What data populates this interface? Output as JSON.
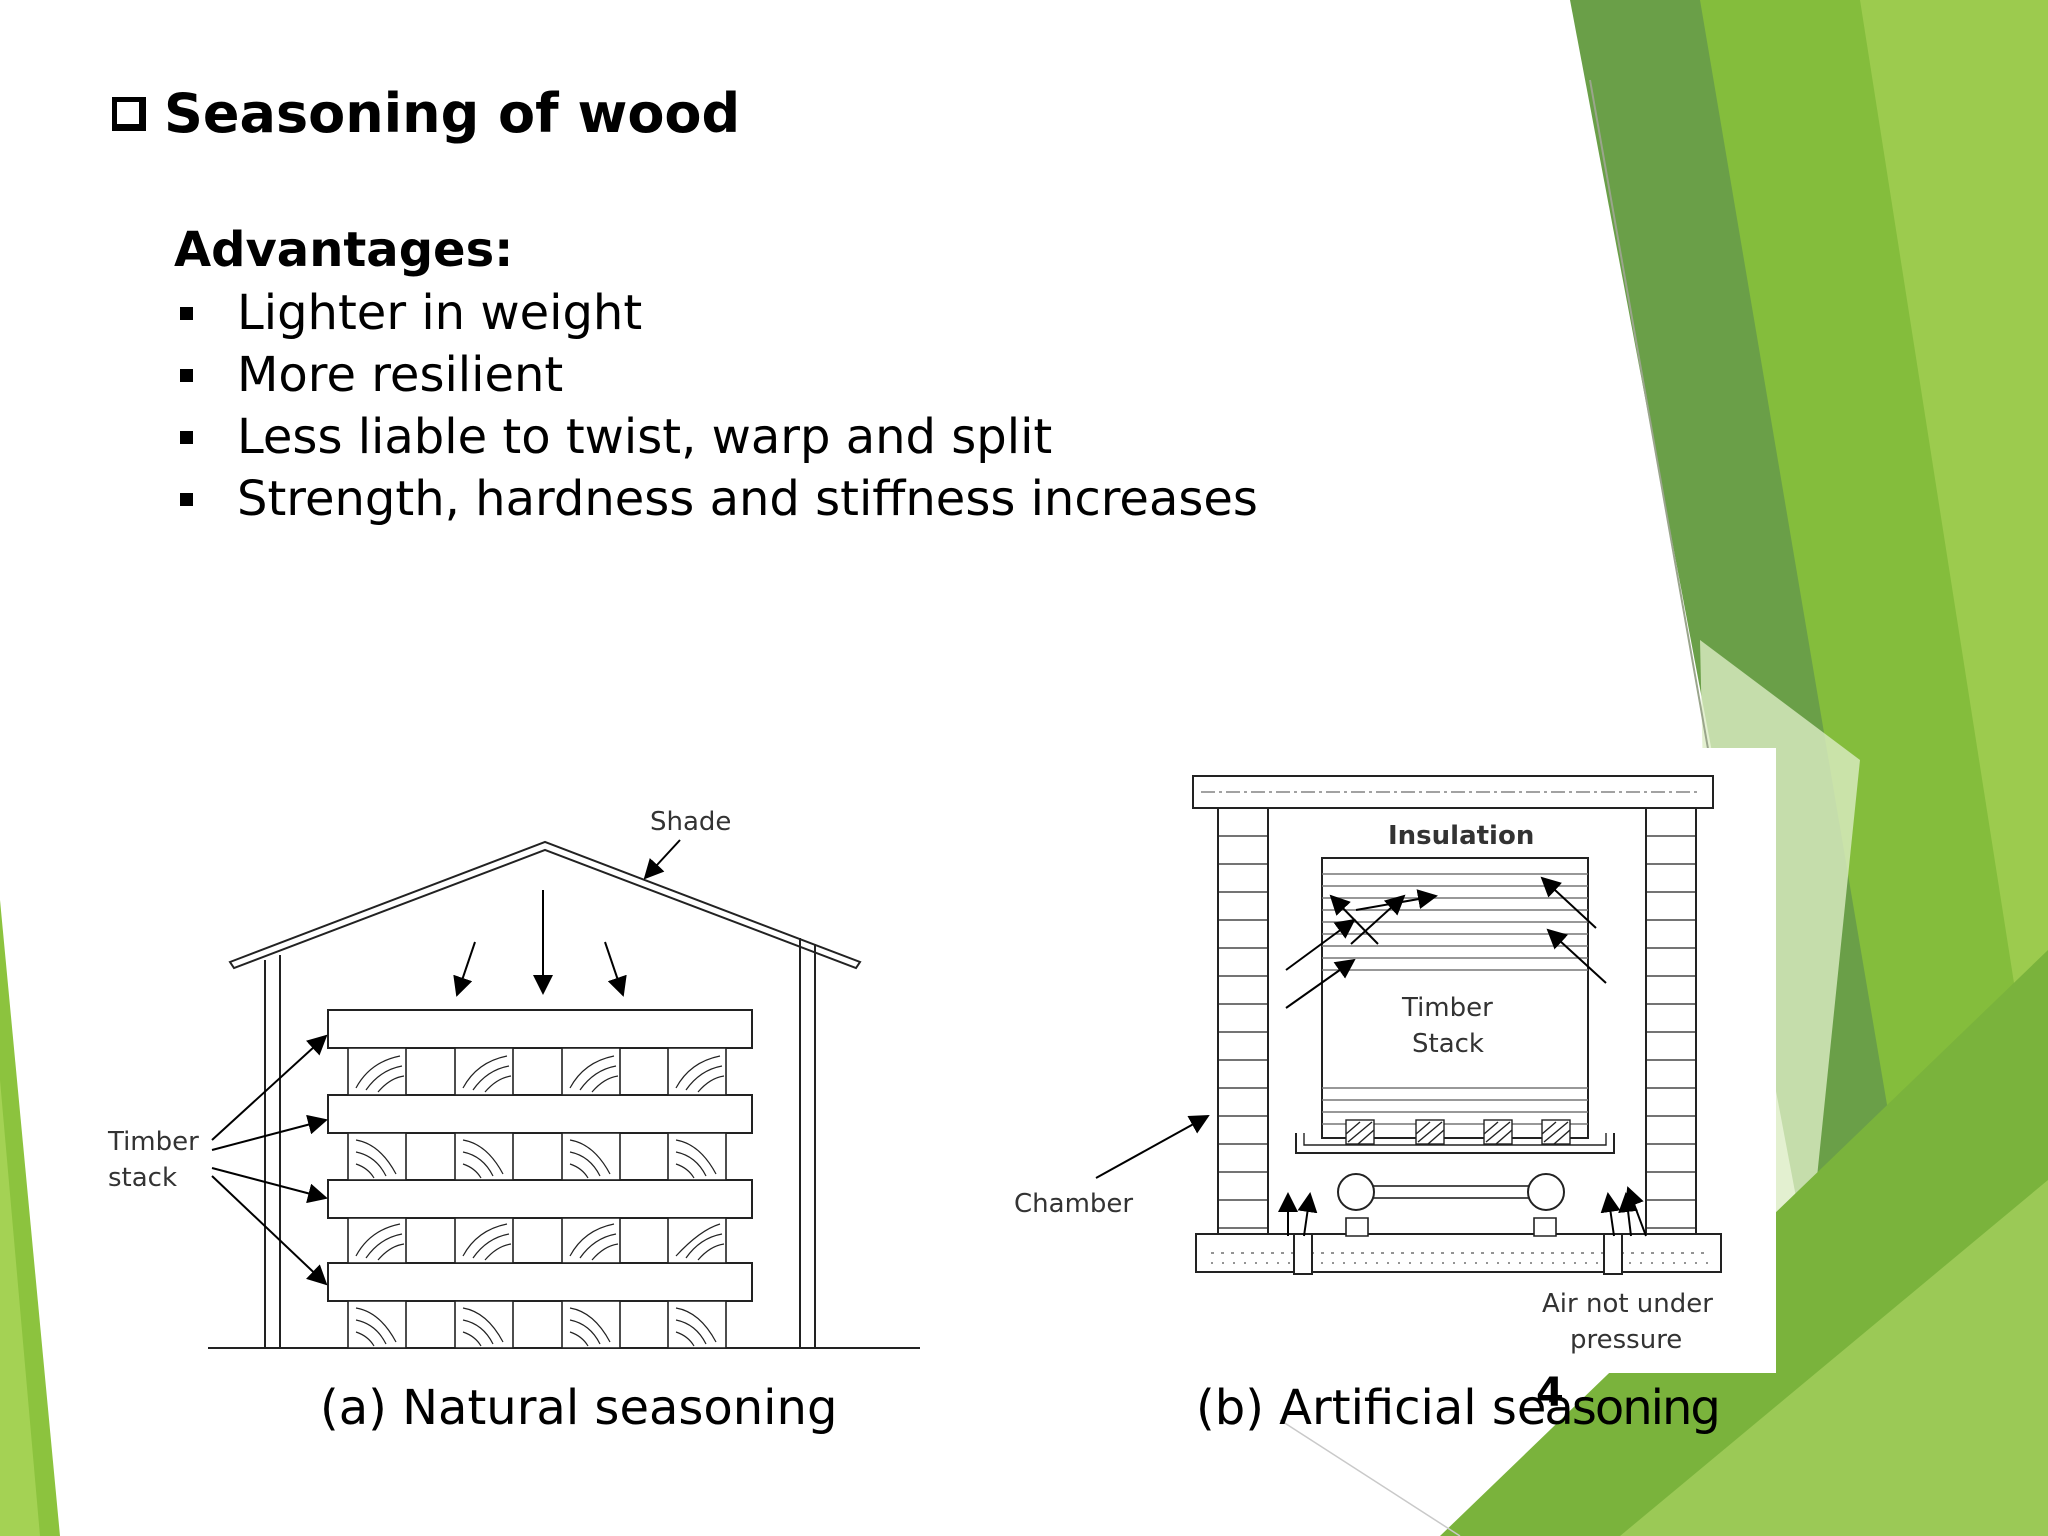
{
  "slide": {
    "title": "Seasoning of wood",
    "advantages_heading": "Advantages:",
    "advantages": [
      "Lighter in weight",
      "More resilient",
      "Less liable to twist, warp and split",
      "Strength, hardness and stiffness increases"
    ],
    "page_number": "4"
  },
  "figure_a": {
    "labels": {
      "shade": "Shade",
      "timber": "Timber",
      "stack": "stack"
    },
    "caption": "(a) Natural seasoning"
  },
  "figure_b": {
    "labels": {
      "insulation": "Insulation",
      "timber": "Timber",
      "stack": "Stack",
      "chamber": "Chamber",
      "air_line1": "Air not under",
      "air_line2": "pressure"
    },
    "caption_pre": "(b) Artificial s",
    "caption_post": "easoning"
  },
  "theme": {
    "green_dark": "#5e9a3a",
    "green_mid": "#79b43e",
    "green_light": "#a3cf5a",
    "green_pale": "#cfe6a6"
  }
}
